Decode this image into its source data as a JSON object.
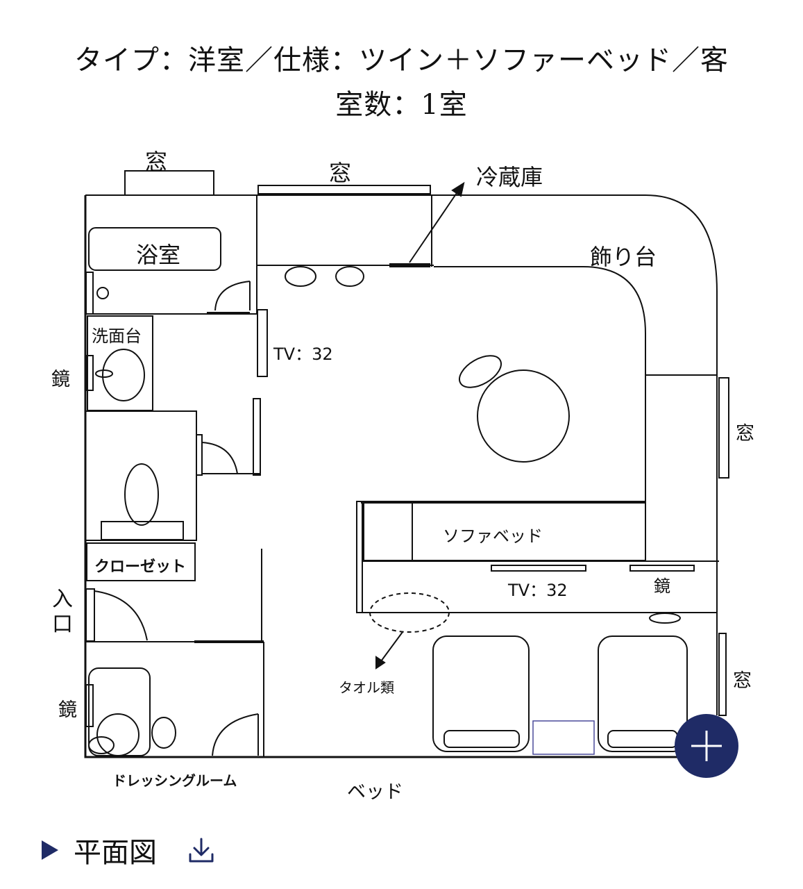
{
  "header": {
    "title_line1": "タイプ：洋室／仕様：ツイン＋ソファーベッド／客",
    "title_line2": "室数：1室"
  },
  "plan_labels": {
    "window_top_left": "窓",
    "window_top_center": "窓",
    "refrigerator": "冷蔵庫",
    "bathroom": "浴室",
    "display_shelf": "飾り台",
    "washbasin": "洗面台",
    "mirror_left": "鏡",
    "tv_left": "TV：32",
    "window_right_upper": "窓",
    "sofa_bed": "ソファベッド",
    "closet": "クローゼット",
    "tv_center": "TV：32",
    "mirror_center": "鏡",
    "entrance": "入口",
    "towels": "タオル類",
    "window_right_lower": "窓",
    "mirror_dressing": "鏡",
    "dressing_room": "ドレッシングルーム",
    "bed": "ベッド"
  },
  "footer": {
    "floor_plan_link": "平面図"
  },
  "icons": {
    "fab": "plus-icon",
    "download": "download-icon",
    "link_marker": "play-arrow-icon"
  },
  "colors": {
    "accent": "#1f2b66",
    "line": "#111111"
  }
}
